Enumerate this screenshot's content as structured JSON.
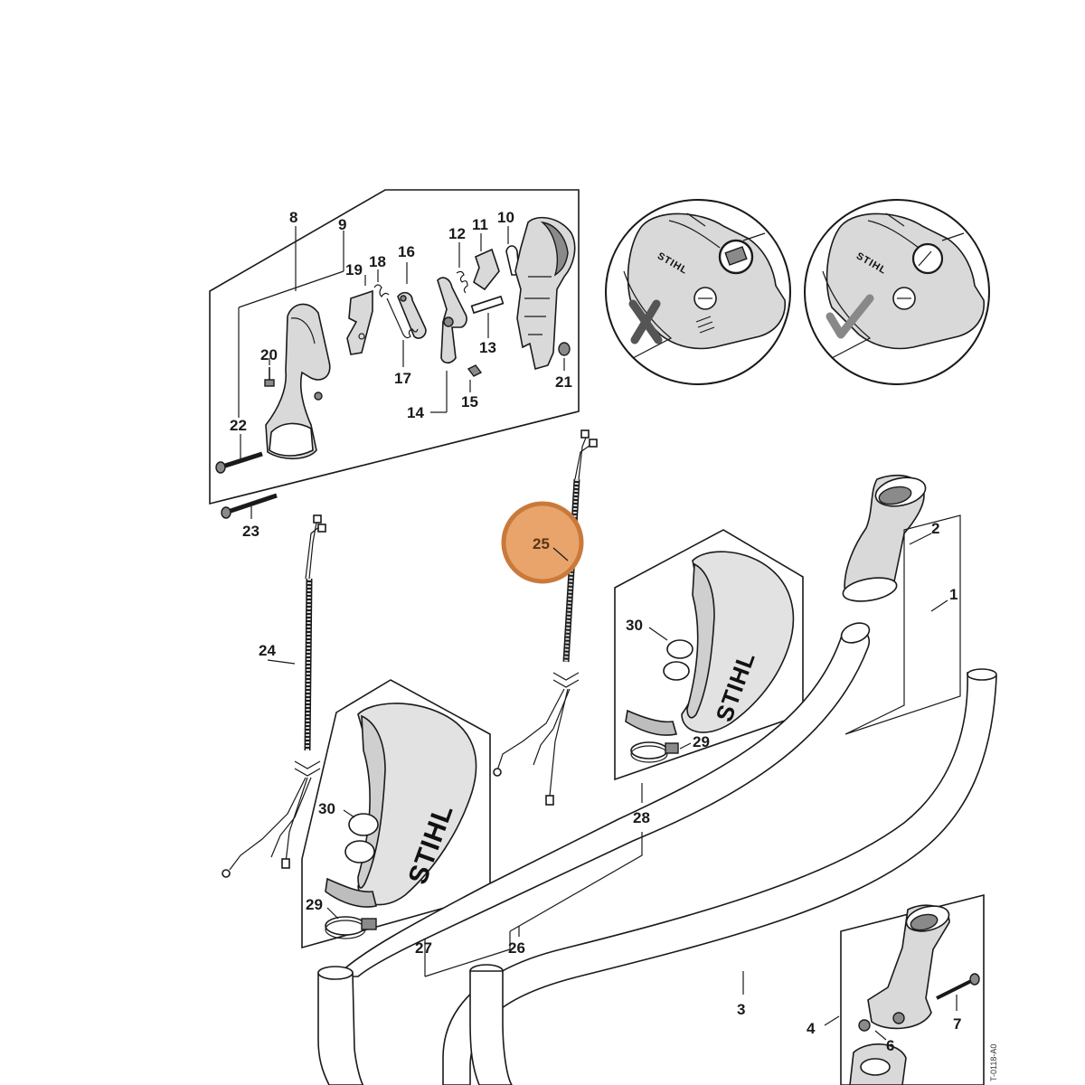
{
  "brand_label": "STIHL",
  "drawing_code": "T-0118-A0",
  "highlight_color": "#e8a46a",
  "highlight_stroke": "#c97a3b",
  "callouts": {
    "c1": "1",
    "c2": "2",
    "c3": "3",
    "c4": "4",
    "c6": "6",
    "c7": "7",
    "c8": "8",
    "c9": "9",
    "c10": "10",
    "c11": "11",
    "c12": "12",
    "c13": "13",
    "c14": "14",
    "c15": "15",
    "c16": "16",
    "c17": "17",
    "c18": "18",
    "c19": "19",
    "c20": "20",
    "c21": "21",
    "c22": "22",
    "c23": "23",
    "c24": "24",
    "c25": "25",
    "c26": "26",
    "c27": "27",
    "c28": "28",
    "c29a": "29",
    "c29b": "29",
    "c30a": "30",
    "c30b": "30"
  },
  "icons": {
    "incorrect": "cross-mark-icon",
    "correct": "check-mark-icon"
  }
}
